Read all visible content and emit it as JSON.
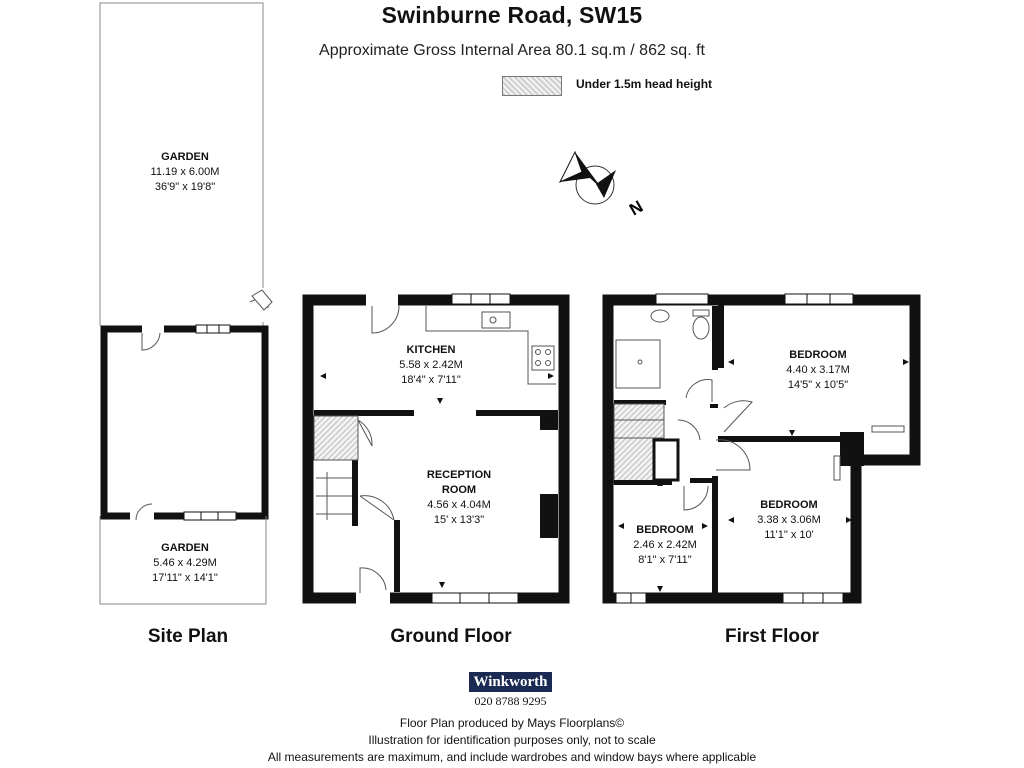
{
  "header": {
    "title": "Swinburne Road, SW15",
    "subtitle": "Approximate Gross Internal Area 80.1 sq.m  /  862 sq. ft",
    "legend_label": "Under 1.5m head height"
  },
  "compass": {
    "label": "N"
  },
  "site_plan": {
    "title": "Site Plan",
    "garden_rear": {
      "name": "GARDEN",
      "metric": "11.19 x 6.00M",
      "imperial": "36'9\" x 19'8\""
    },
    "garden_front": {
      "name": "GARDEN",
      "metric": "5.46 x 4.29M",
      "imperial": "17'11\" x 14'1\""
    }
  },
  "ground_floor": {
    "title": "Ground Floor",
    "kitchen": {
      "name": "KITCHEN",
      "metric": "5.58 x 2.42M",
      "imperial": "18'4\" x 7'11\""
    },
    "reception": {
      "name": "RECEPTION",
      "name2": "ROOM",
      "metric": "4.56 x 4.04M",
      "imperial": "15' x 13'3\""
    }
  },
  "first_floor": {
    "title": "First Floor",
    "bedroom1": {
      "name": "BEDROOM",
      "metric": "4.40 x 3.17M",
      "imperial": "14'5\" x 10'5\""
    },
    "bedroom2": {
      "name": "BEDROOM",
      "metric": "3.38 x 3.06M",
      "imperial": "11'1\" x 10'"
    },
    "bedroom3": {
      "name": "BEDROOM",
      "metric": "2.46 x 2.42M",
      "imperial": "8'1\" x 7'11\""
    }
  },
  "agent": {
    "name": "Winkworth",
    "phone": "020 8788 9295"
  },
  "footer": {
    "line1": "Floor Plan produced by Mays Floorplans©",
    "line2": "Illustration for identification purposes only, not to scale",
    "line3": "All measurements are maximum, and include wardrobes and window bays where applicable"
  },
  "colors": {
    "wall": "#111111",
    "hatch": "#cccccc",
    "brand": "#1a2a52"
  }
}
